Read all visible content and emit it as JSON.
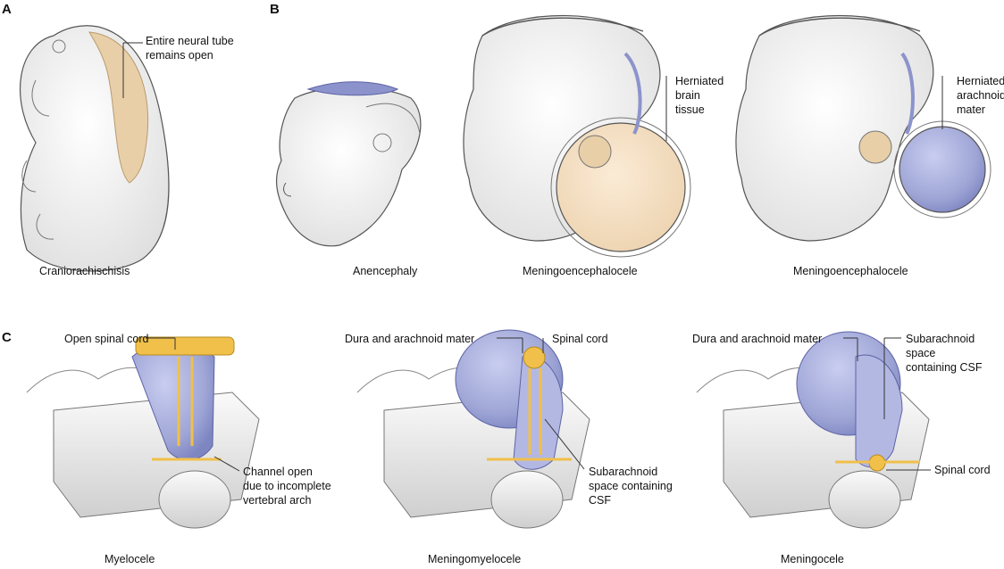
{
  "panels": {
    "a": {
      "letter": "A",
      "caption": "Craniorachischisis",
      "callout": [
        "Entire neural tube",
        "remains open"
      ]
    },
    "b": {
      "letter": "B",
      "items": [
        {
          "caption": "Anencephaly"
        },
        {
          "caption": "Meningoencephalocele",
          "callout": [
            "Herniated",
            "brain",
            "tissue"
          ]
        },
        {
          "caption": "Meningoencephalocele",
          "callout": [
            "Herniated",
            "arachnoid",
            "mater"
          ]
        }
      ]
    },
    "c": {
      "letter": "C",
      "items": [
        {
          "caption": "Myelocele",
          "label_top": "Open spinal cord",
          "label_side": [
            "Channel open",
            "due to incomplete",
            "vertebral arch"
          ]
        },
        {
          "caption": "Meningomyelocele",
          "label_top_left": "Dura and arachnoid mater",
          "label_top_right": "Spinal cord",
          "label_side": [
            "Subarachnoid",
            "space containing",
            "CSF"
          ]
        },
        {
          "caption": "Meningocele",
          "label_top_left": "Dura and arachnoid mater",
          "label_top_right": [
            "Subarachnoid space",
            "containing CSF"
          ],
          "label_side": "Spinal cord"
        }
      ]
    }
  },
  "colors": {
    "neural": "#e8cfa8",
    "sac": "#9fa6d6",
    "sac_dark": "#6d75b4",
    "cord": "#f0c04a",
    "skin": "#f2f2f2",
    "line": "#333333"
  }
}
